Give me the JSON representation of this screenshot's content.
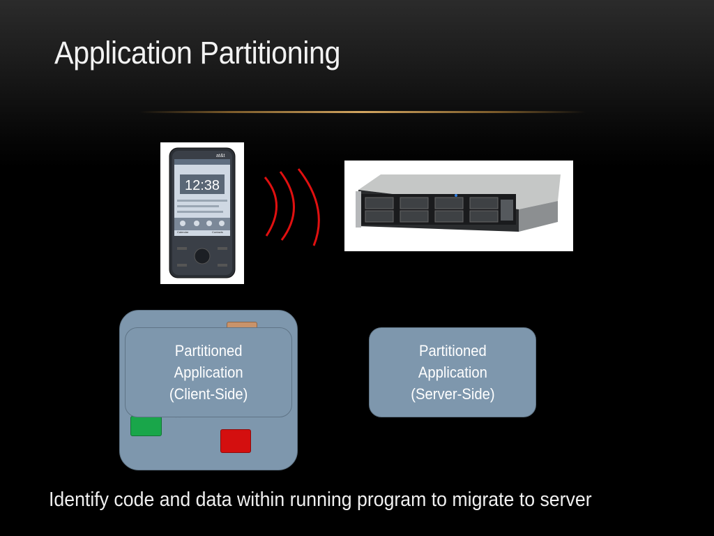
{
  "slide": {
    "title": "Application Partitioning",
    "caption": "Identify code and data within running program to migrate to server"
  },
  "phone": {
    "carrier": "at&t",
    "clock": "12:38",
    "left_tab": "Calendar",
    "right_tab": "Contacts"
  },
  "client_box": {
    "line1": "Partitioned",
    "line2": "Application",
    "line3": "(Client-Side)"
  },
  "server_box": {
    "line1": "Partitioned",
    "line2": "Application",
    "line3": "(Server-Side)"
  },
  "colors": {
    "box_fill": "#7e97ad",
    "wave": "#e01010",
    "accent_rule": "#d2a560",
    "green_button": "#19a64a",
    "red_button": "#d40f0f",
    "tab": "#c8936a"
  },
  "icons": {
    "wireless": "wireless-signal-icon"
  }
}
